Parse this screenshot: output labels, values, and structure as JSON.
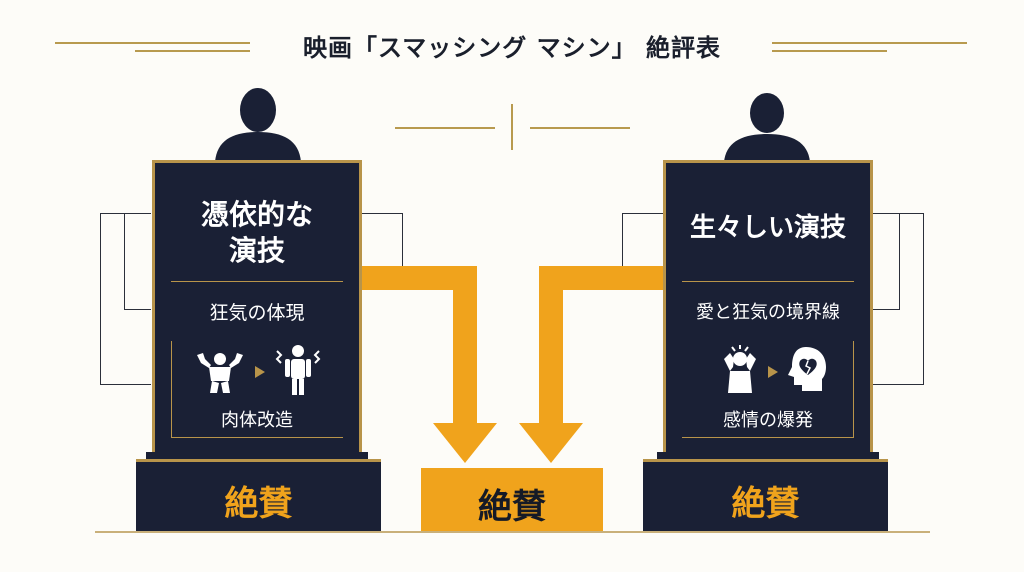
{
  "title": "映画「スマッシング マシン」 絶評表",
  "left_card": {
    "heading_line1": "憑依的な",
    "heading_line2": "演技",
    "subtitle": "狂気の体現",
    "caption": "肉体改造",
    "icon_from": "muscular-body-icon",
    "icon_to": "shaking-person-icon",
    "verdict": "絶賛"
  },
  "right_card": {
    "heading": "生々しい演技",
    "subtitle": "愛と狂気の境界線",
    "caption": "感情の爆発",
    "icon_from": "stressed-person-icon",
    "icon_to": "broken-heart-head-icon",
    "verdict": "絶賛"
  },
  "center": {
    "verdict": "絶賛"
  },
  "colors": {
    "navy": "#1a2035",
    "gold": "#b8944a",
    "orange": "#f0a31c"
  }
}
